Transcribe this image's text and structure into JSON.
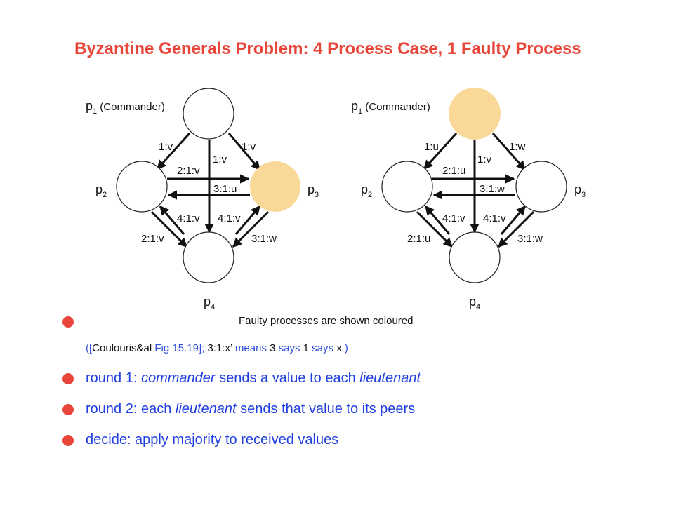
{
  "title": "Byzantine Generals Problem: 4 Process Case, 1 Faulty Process",
  "colors": {
    "title": "#e8463a",
    "faulty_fill": "#fad998",
    "bullet": "#e8463a",
    "text_blue": "#1f3fe0"
  },
  "left_diagram": {
    "nodes": {
      "p1": {
        "label": "p",
        "sub": "1",
        "suffix": " (Commander)",
        "faulty": false
      },
      "p2": {
        "label": "p",
        "sub": "2",
        "faulty": false
      },
      "p3": {
        "label": "p",
        "sub": "3",
        "faulty": true
      },
      "p4": {
        "label": "p",
        "sub": "4",
        "faulty": false
      }
    },
    "edges": {
      "p1_p2": "1:v",
      "p1_p4": "1:v",
      "p1_p3": "1:v",
      "p2_p3": "2:1:v",
      "p3_p2": "3:1:u",
      "p4_p2": "4:1:v",
      "p4_p3": "4:1:v",
      "p2_p4": "2:1:v",
      "p3_p4": "3:1:w"
    }
  },
  "right_diagram": {
    "nodes": {
      "p1": {
        "label": "p",
        "sub": "1",
        "suffix": " (Commander)",
        "faulty": true
      },
      "p2": {
        "label": "p",
        "sub": "2",
        "faulty": false
      },
      "p3": {
        "label": "p",
        "sub": "3",
        "faulty": false
      },
      "p4": {
        "label": "p",
        "sub": "4",
        "faulty": false
      }
    },
    "edges": {
      "p1_p2": "1:u",
      "p1_p4": "1:v",
      "p1_p3": "1:w",
      "p2_p3": "2:1:u",
      "p3_p2": "3:1:w",
      "p4_p2": "4:1:v",
      "p4_p3": "4:1:v",
      "p2_p4": "2:1:u",
      "p3_p4": "3:1:w"
    }
  },
  "caption": "Faulty processes are shown coloured",
  "citation": {
    "open": "([",
    "ref": "Coulouris&al ",
    "fig": "Fig 15.19",
    "sep": "]; ",
    "code": "3:1:x’ ",
    "means": "means ",
    "n3": "3 ",
    "says1": "says ",
    "n1": "1 ",
    "says2": "says ",
    "x": "x ",
    "close": ")"
  },
  "points": [
    {
      "a": "round 1: ",
      "b": "commander",
      "c": " sends a value to each ",
      "d": "lieutenant"
    },
    {
      "a": "round 2: each ",
      "b": "lieutenant",
      "c": " sends that value to its peers"
    },
    {
      "a": "decide: apply majority to received values"
    }
  ]
}
